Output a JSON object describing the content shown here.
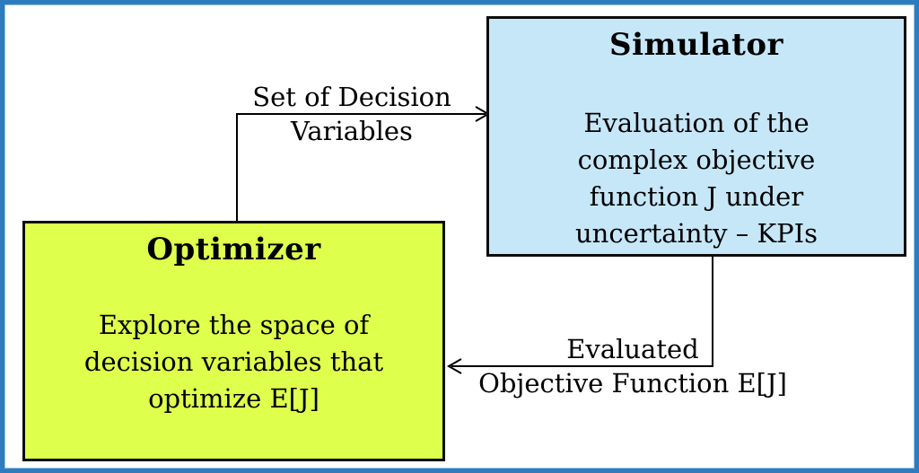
{
  "simulator": {
    "title": "Simulator",
    "body_lines": {
      "0": "Evaluation of the",
      "1": "complex objective",
      "2": "function J under",
      "3": "uncertainty – KPIs"
    }
  },
  "optimizer": {
    "title": "Optimizer",
    "body_lines": {
      "0": "Explore the space of",
      "1": "decision variables that",
      "2": "optimize E[J]"
    }
  },
  "arrows": {
    "to_simulator": {
      "label_lines": {
        "0": "Set of Decision",
        "1": "Variables"
      }
    },
    "to_optimizer": {
      "label_lines": {
        "0": "Evaluated",
        "1": "Objective Function E[J]"
      }
    }
  },
  "colors": {
    "outer_border": "#2e7cbe",
    "simulator_fill": "#c6e7f8",
    "optimizer_fill": "#dfff4d",
    "box_border": "#0d0d0d",
    "arrow": "#000000",
    "text": "#000000"
  }
}
